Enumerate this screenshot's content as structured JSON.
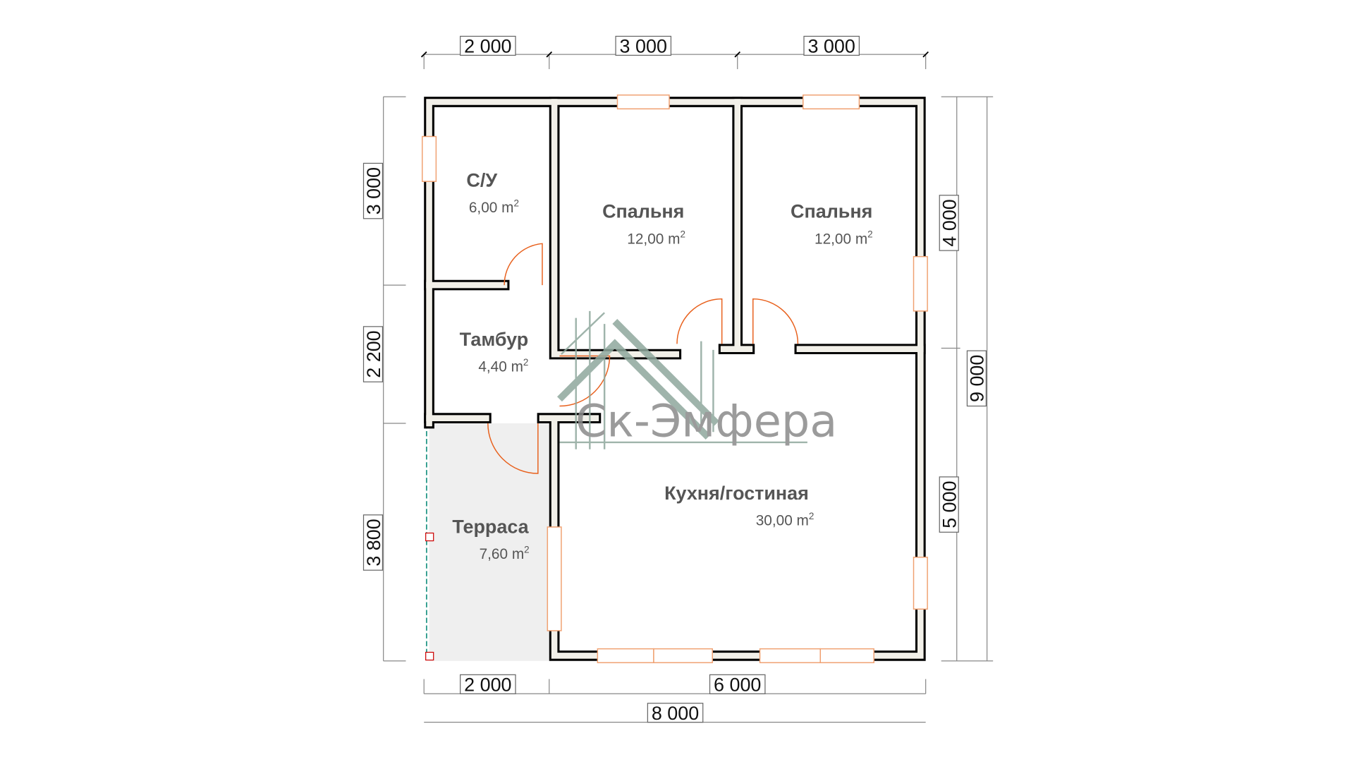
{
  "dimensions": {
    "top": [
      "2 000",
      "3 000",
      "3 000"
    ],
    "bottom": [
      "2 000",
      "6 000"
    ],
    "total_width": "8 000",
    "left": [
      "3 000",
      "2 200",
      "3 800"
    ],
    "right": [
      "4 000",
      "5 000"
    ],
    "total_height": "9 000"
  },
  "rooms": [
    {
      "name": "С/У",
      "area": "6,00 m",
      "sup": "2"
    },
    {
      "name": "Спальня",
      "area": "12,00 m",
      "sup": "2"
    },
    {
      "name": "Спальня",
      "area": "12,00 m",
      "sup": "2"
    },
    {
      "name": "Тамбур",
      "area": "4,40 m",
      "sup": "2"
    },
    {
      "name": "Кухня/гостиная",
      "area": "30,00 m",
      "sup": "2"
    },
    {
      "name": "Терраса",
      "area": "7,60 m",
      "sup": "2"
    }
  ],
  "watermark": "Ск-Эмфера",
  "colors": {
    "wall_fill": "#f2f0e9",
    "door": "#e8601c",
    "terrace": "#efefef",
    "logo_green": "#8fa89d"
  }
}
